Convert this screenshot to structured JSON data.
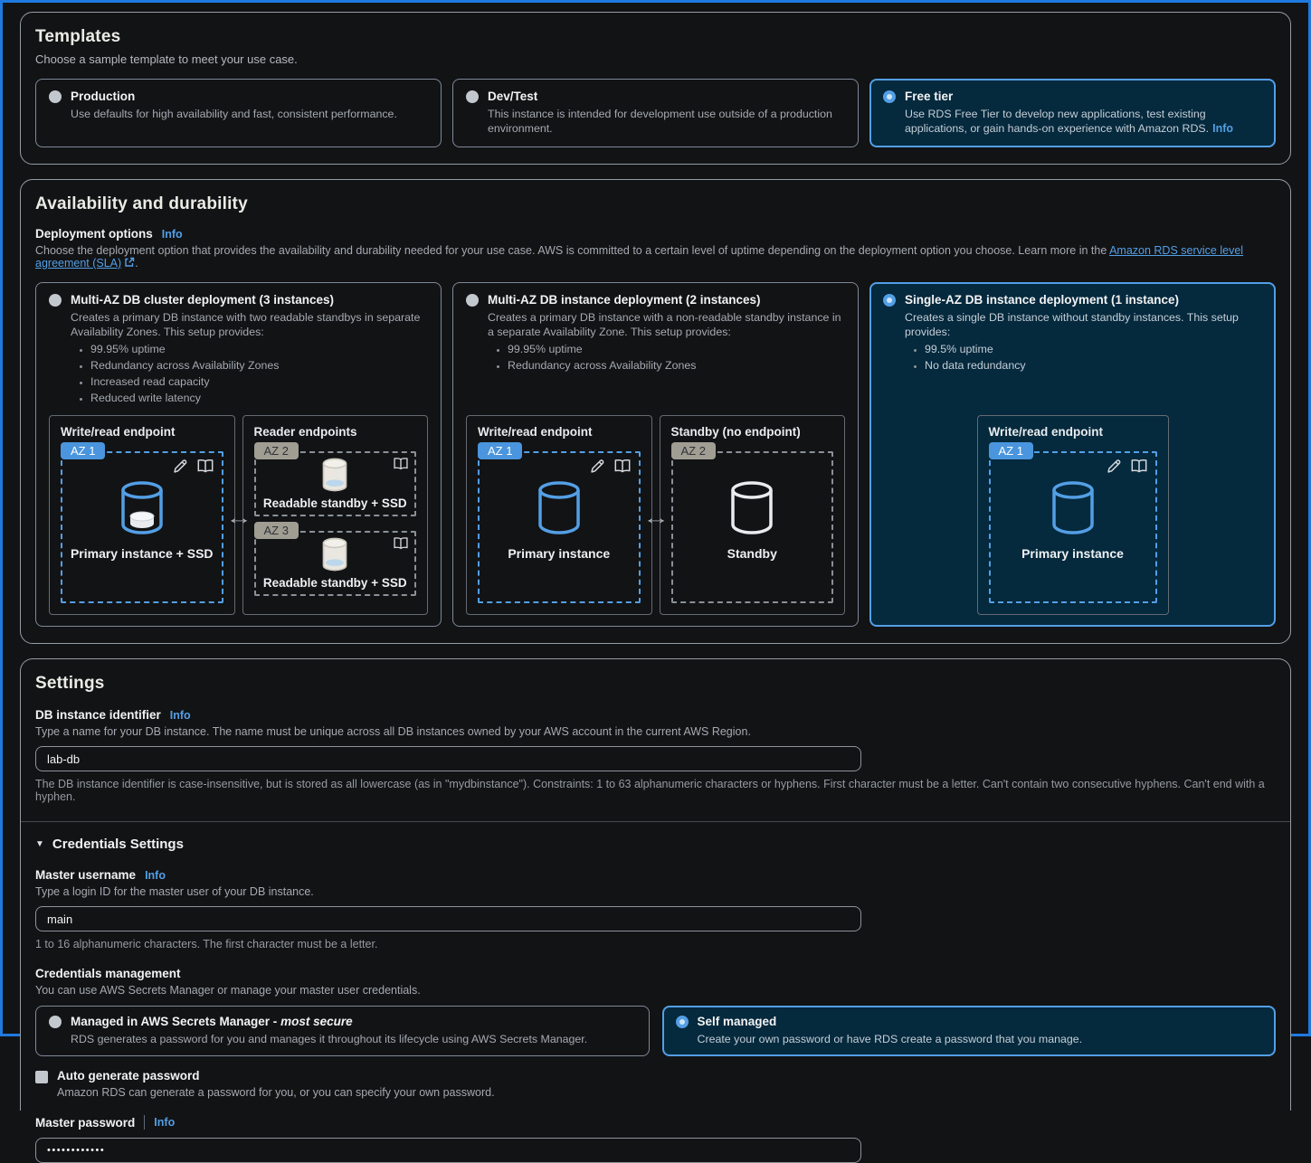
{
  "colors": {
    "accent_blue": "#539fe5",
    "selected_card_bg": "#05293d",
    "page_border_blue": "#1f7ae0",
    "az_badge_blue": "#4a95dd",
    "az_badge_gray": "#a09d93"
  },
  "info_label": "Info",
  "templates": {
    "title": "Templates",
    "subtitle": "Choose a sample template to meet your use case.",
    "cards": [
      {
        "title": "Production",
        "desc": "Use defaults for high availability and fast, consistent performance.",
        "selected": false
      },
      {
        "title": "Dev/Test",
        "desc": "This instance is intended for development use outside of a production environment.",
        "selected": false
      },
      {
        "title": "Free tier",
        "desc": "Use RDS Free Tier to develop new applications, test existing applications, or gain hands-on experience with Amazon RDS.",
        "selected": true
      }
    ]
  },
  "availability": {
    "title": "Availability and durability",
    "label": "Deployment options",
    "desc_before": "Choose the deployment option that provides the availability and durability needed for your use case. AWS is committed to a certain level of uptime depending on the deployment option you choose. Learn more in the",
    "link_text": "Amazon RDS service level agreement (SLA)",
    "desc_after": ".",
    "cards": [
      {
        "title": "Multi-AZ DB cluster deployment (3 instances)",
        "desc": "Creates a primary DB instance with two readable standbys in separate Availability Zones. This setup provides:",
        "bullets": [
          "99.95% uptime",
          "Redundancy across Availability Zones",
          "Increased read capacity",
          "Reduced write latency"
        ],
        "selected": false
      },
      {
        "title": "Multi-AZ DB instance deployment (2 instances)",
        "desc": "Creates a primary DB instance with a non-readable standby instance in a separate Availability Zone. This setup provides:",
        "bullets": [
          "99.95% uptime",
          "Redundancy across Availability Zones"
        ],
        "selected": false
      },
      {
        "title": "Single-AZ DB instance deployment (1 instance)",
        "desc": "Creates a single DB instance without standby instances. This setup provides:",
        "bullets": [
          "99.5% uptime",
          "No data redundancy"
        ],
        "selected": true
      }
    ],
    "diagrams": {
      "write_read_title": "Write/read endpoint",
      "reader_title": "Reader endpoints",
      "standby_title": "Standby (no endpoint)",
      "az1": "AZ 1",
      "az2": "AZ 2",
      "az3": "AZ 3",
      "primary_ssd_label": "Primary instance + SSD",
      "readable_label": "Readable standby + SSD",
      "primary_label": "Primary instance",
      "standby_label": "Standby",
      "arrow": "↔"
    }
  },
  "settings": {
    "title": "Settings",
    "db_id_label": "DB instance identifier",
    "db_id_desc": "Type a name for your DB instance. The name must be unique across all DB instances owned by your AWS account in the current AWS Region.",
    "db_id_value": "lab-db",
    "db_id_constraint": "The DB instance identifier is case-insensitive, but is stored as all lowercase (as in \"mydbinstance\"). Constraints: 1 to 63 alphanumeric characters or hyphens. First character must be a letter. Can't contain two consecutive hyphens. Can't end with a hyphen."
  },
  "credentials": {
    "expand_icon": "▼",
    "header": "Credentials Settings",
    "master_username_label": "Master username",
    "master_username_desc": "Type a login ID for the master user of your DB instance.",
    "master_username_value": "main",
    "master_username_constraint": "1 to 16 alphanumeric characters. The first character must be a letter.",
    "management_label": "Credentials management",
    "management_desc": "You can use AWS Secrets Manager or manage your master user credentials.",
    "options": [
      {
        "title": "Managed in AWS Secrets Manager - ",
        "title_em": "most secure",
        "desc": "RDS generates a password for you and manages it throughout its lifecycle using AWS Secrets Manager.",
        "selected": false
      },
      {
        "title": "Self managed",
        "title_em": "",
        "desc": "Create your own password or have RDS create a password that you manage.",
        "selected": true
      }
    ],
    "autogen_label": "Auto generate password",
    "autogen_desc": "Amazon RDS can generate a password for you, or you can specify your own password.",
    "master_password_label": "Master password",
    "master_password_value": "••••••••••••"
  }
}
